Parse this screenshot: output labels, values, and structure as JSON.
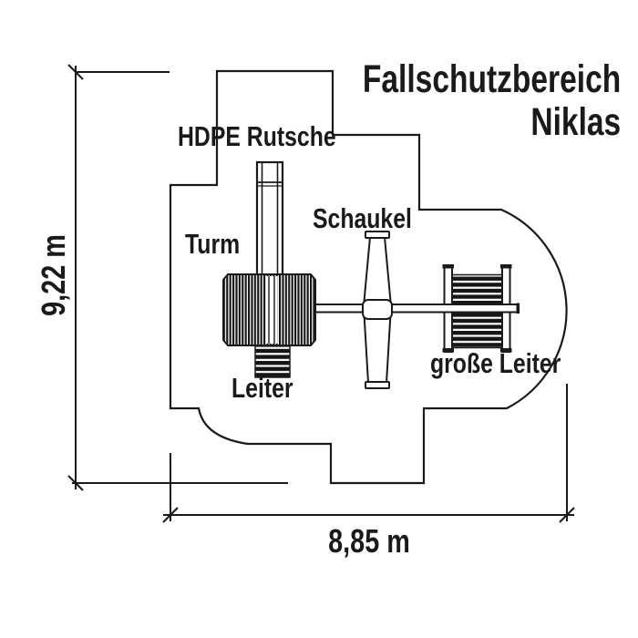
{
  "title": {
    "line1": "Fallschutzbereich",
    "line2": "Niklas"
  },
  "equipment_labels": {
    "slide": "HDPE Rutsche",
    "tower": "Turm",
    "swing": "Schaukel",
    "ladder": "Leiter",
    "big_ladder": "große Leiter"
  },
  "dimensions": {
    "height": "9,22 m",
    "width": "8,85 m"
  },
  "colors": {
    "ink": "#1a1a1a",
    "background": "#ffffff"
  }
}
